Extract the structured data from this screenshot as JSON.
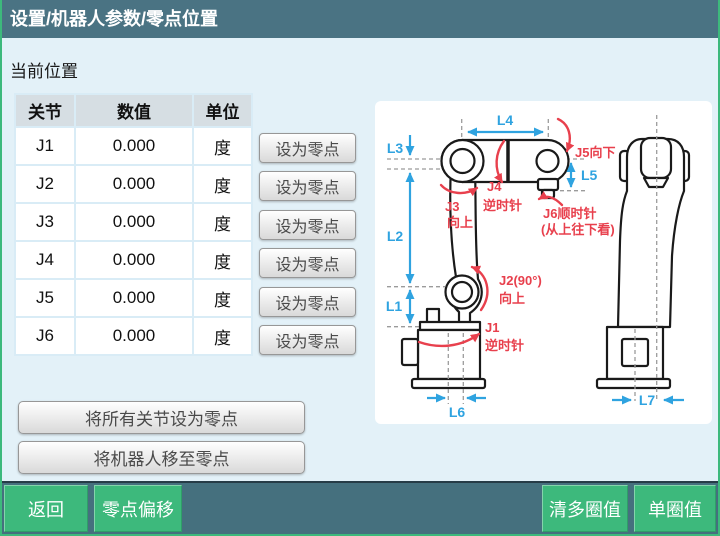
{
  "title": "设置/机器人参数/零点位置",
  "section_label": "当前位置",
  "colors": {
    "titlebar": "#4a7383",
    "background": "#e3f1f8",
    "accent_green": "#3db97c",
    "bottom_bar": "#45707e",
    "diagram_blue": "#2fa3e0",
    "diagram_red": "#e8404d"
  },
  "table": {
    "headers": [
      "关节",
      "数值",
      "单位"
    ],
    "rows": [
      {
        "joint": "J1",
        "value": "0.000",
        "unit": "度"
      },
      {
        "joint": "J2",
        "value": "0.000",
        "unit": "度"
      },
      {
        "joint": "J3",
        "value": "0.000",
        "unit": "度"
      },
      {
        "joint": "J4",
        "value": "0.000",
        "unit": "度"
      },
      {
        "joint": "J5",
        "value": "0.000",
        "unit": "度"
      },
      {
        "joint": "J6",
        "value": "0.000",
        "unit": "度"
      }
    ]
  },
  "set_zero_button_label": "设为零点",
  "action_buttons": {
    "set_all_zero": "将所有关节设为零点",
    "move_to_zero": "将机器人移至零点"
  },
  "bottom_bar": {
    "back": "返回",
    "zero_offset": "零点偏移",
    "clear_multi_turn": "清多圈值",
    "single_turn": "单圈值"
  },
  "diagram": {
    "dimension_labels": {
      "L1": "L1",
      "L2": "L2",
      "L3": "L3",
      "L4": "L4",
      "L5": "L5",
      "L6": "L6",
      "L7": "L7"
    },
    "joint_labels": {
      "j1": "J1",
      "j1_dir": "逆时针",
      "j2": "J2(90°)",
      "j2_dir": "向上",
      "j3": "J3",
      "j3_dir": "向上",
      "j4": "J4",
      "j4_dir": "逆时针",
      "j5": "J5向下",
      "j6": "J6顺时针",
      "j6_note": "(从上往下看)"
    }
  }
}
